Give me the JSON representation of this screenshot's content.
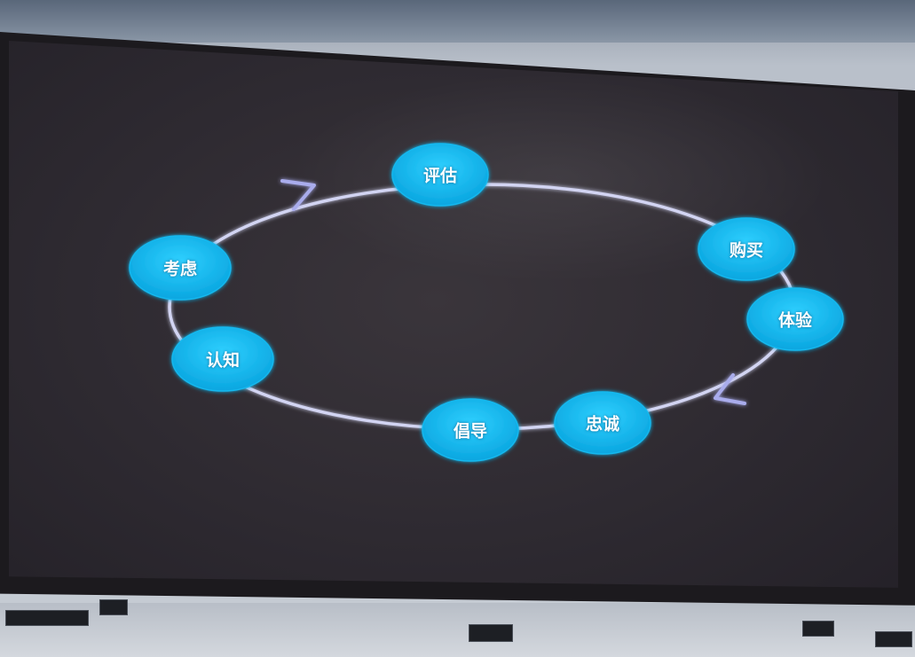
{
  "diagram": {
    "accent_color": "#12b8ee",
    "ring_color": "#d2d4f2",
    "arrow_color": "#a9acec",
    "stages": [
      {
        "id": "evaluate",
        "label": "评估"
      },
      {
        "id": "purchase",
        "label": "购买"
      },
      {
        "id": "experience",
        "label": "体验"
      },
      {
        "id": "loyalty",
        "label": "忠诚"
      },
      {
        "id": "advocacy",
        "label": "倡导"
      },
      {
        "id": "awareness",
        "label": "认知"
      },
      {
        "id": "consider",
        "label": "考虑"
      }
    ],
    "direction": "clockwise"
  }
}
